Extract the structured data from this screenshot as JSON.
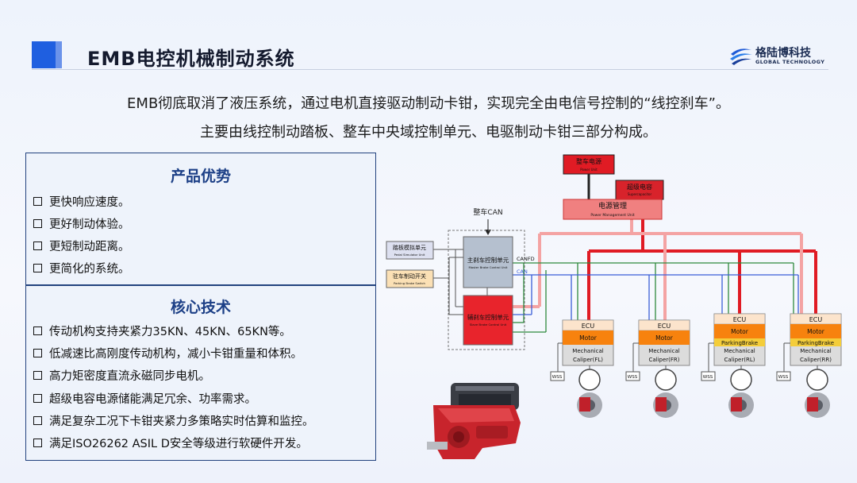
{
  "header": {
    "title": "EMB电控机械制动系统",
    "logo_cn": "格陆博科技",
    "logo_en": "GLOBAL TECHNOLOGY",
    "accent_color": "#1f5fe0"
  },
  "intro": {
    "line1": "EMB彻底取消了液压系统，通过电机直接驱动制动卡钳，实现完全由电信号控制的“线控刹车”。",
    "line2": "主要由线控制动踏板、整车中央域控制单元、电驱制动卡钳三部分构成。"
  },
  "advantages": {
    "title": "产品优势",
    "items": [
      "更快响应速度。",
      "更好制动体验。",
      "更短制动距离。",
      "更简化的系统。"
    ]
  },
  "core_tech": {
    "title": "核心技术",
    "items": [
      "传动机构支持夹紧力35KN、45KN、65KN等。",
      "低减速比高刚度传动机构，减小卡钳重量和体积。",
      "高力矩密度直流永磁同步电机。",
      "超级电容电源储能满足冗余、功率需求。",
      "满足复杂工况下卡钳夹紧力多策略实时估算和监控。",
      "满足ISO26262 ASIL D安全等级进行软硬件开发。"
    ]
  },
  "diagram": {
    "power_unit": {
      "cn": "整车电源",
      "en": "Power Unit"
    },
    "supercap": {
      "cn": "超级电容",
      "en": "Supercapacitor"
    },
    "power_mgmt": {
      "cn": "电源管理",
      "en": "Power Management Unit"
    },
    "vehicle_can": "整车CAN",
    "pedal_sim": {
      "cn": "踏板模拟单元",
      "en": "Pedal Simulator Unit"
    },
    "parking_switch": {
      "cn": "驻车制动开关",
      "en": "Parking Brake Switch"
    },
    "master_unit": {
      "cn": "主刹车控制单元",
      "en": "Master Brake Control Unit"
    },
    "slave_unit": {
      "cn": "辅刹车控制单元",
      "en": "Slave Brake Control Unit"
    },
    "canfd": "CANFD",
    "can": "CAN",
    "wss": "WSS",
    "ecu_label": "ECU",
    "motor_label": "Motor",
    "parking_label": "ParkingBrake",
    "mechanical_label": "Mechanical",
    "calipers": [
      "Caliper(FL)",
      "Caliper(FR)",
      "Caliper(RL)",
      "Caliper(RR)"
    ]
  }
}
